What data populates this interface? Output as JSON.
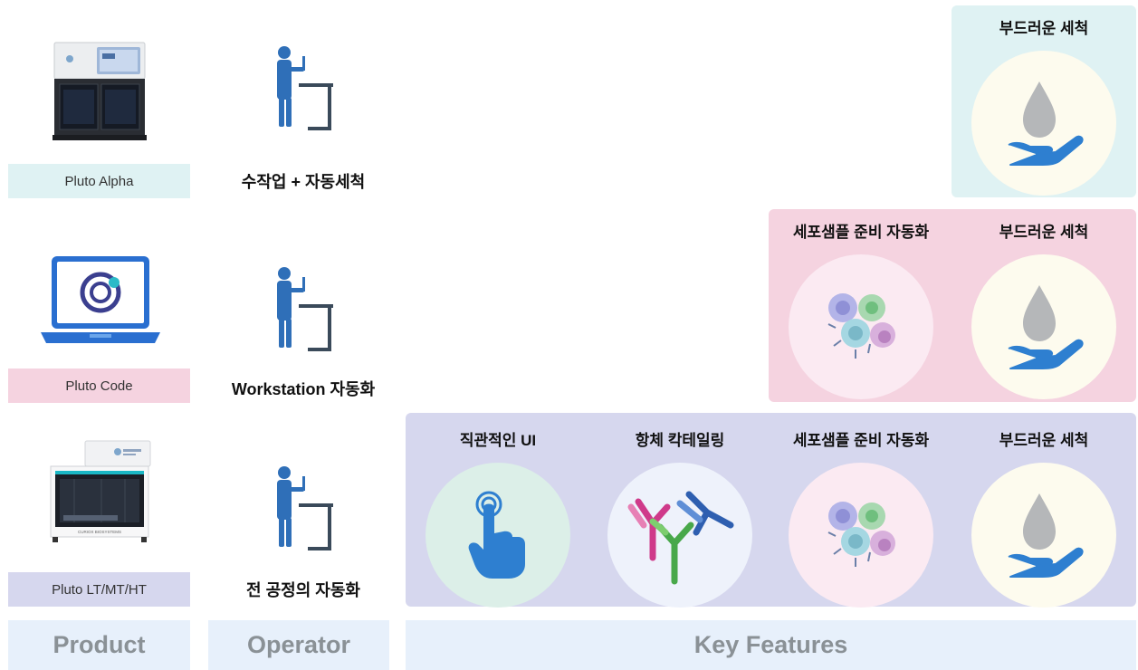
{
  "products": [
    {
      "label": "Pluto Alpha",
      "bg": "#dff2f3"
    },
    {
      "label": "Pluto Code",
      "bg": "#f5d3e0"
    },
    {
      "label": "Pluto LT/MT/HT",
      "bg": "#d6d7ee"
    }
  ],
  "operators": [
    {
      "label": "수작업 + 자동세척"
    },
    {
      "label": "Workstation 자동화"
    },
    {
      "label": "전 공정의 자동화"
    }
  ],
  "features": {
    "row1": [
      {
        "title": "부드러운 세척",
        "icon": "water-drop-hand-icon"
      }
    ],
    "row2": [
      {
        "title": "세포샘플 준비 자동화",
        "icon": "cells-icon"
      },
      {
        "title": "부드러운 세척",
        "icon": "water-drop-hand-icon"
      }
    ],
    "row3": [
      {
        "title": "직관적인 UI",
        "icon": "touch-finger-icon"
      },
      {
        "title": "항체 칵테일링",
        "icon": "antibody-icon"
      },
      {
        "title": "세포샘플 준비 자동화",
        "icon": "cells-icon"
      },
      {
        "title": "부드러운 세척",
        "icon": "water-drop-hand-icon"
      }
    ]
  },
  "panel_colors": {
    "row1": "#dff2f3",
    "row2": "#f5d3e0",
    "row3": "#d6d7ee"
  },
  "device_logo_text": "CURIOX BIOSYSTEMS",
  "footer": {
    "product": "Product",
    "operator": "Operator",
    "key_features": "Key Features"
  }
}
